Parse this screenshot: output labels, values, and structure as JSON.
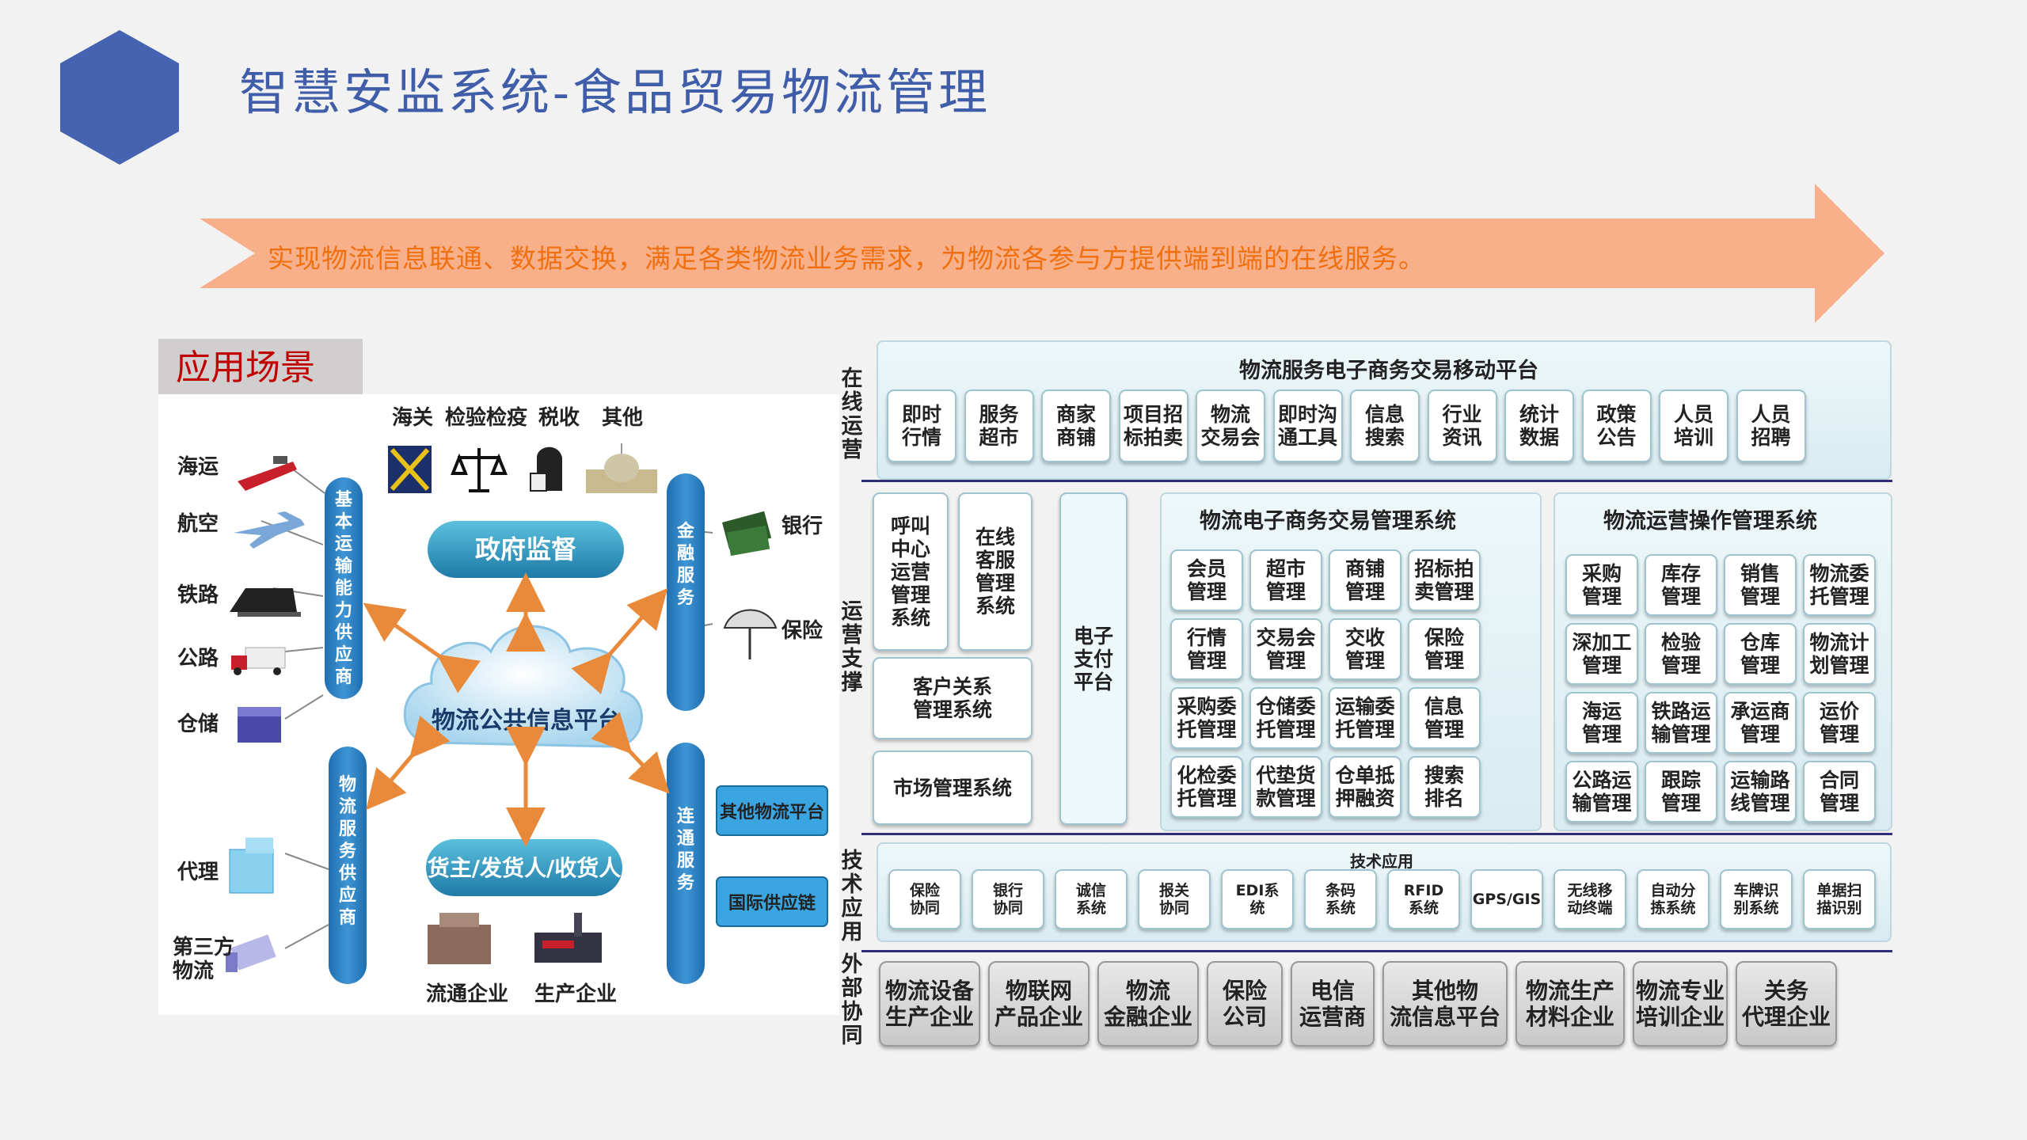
{
  "page": {
    "title": "智慧安监系统-食品贸易物流管理",
    "banner_text": "实现物流信息联通、数据交换，满足各类物流业务需求，为物流各参与方提供端到端的在线服务。",
    "section_label": "应用场景"
  },
  "colors": {
    "title": "#3f5da8",
    "hexagon": "#4563b0",
    "banner_fill": "#f7b08a",
    "banner_text": "#f07010",
    "section_label_text": "#c00000",
    "node_blue": "#2e8fb8",
    "arrow": "#e88a3a"
  },
  "scene": {
    "gov_items": [
      "海关",
      "检验检疫",
      "税收",
      "其他"
    ],
    "transport_items": [
      "海运",
      "航空",
      "铁路",
      "公路",
      "仓储"
    ],
    "service_items": [
      "代理",
      "第三方\n物流"
    ],
    "enterprise_items": [
      "流通企业",
      "生产企业"
    ],
    "finance_items": [
      "银行",
      "保险"
    ],
    "hub": "物流公共信息平台",
    "gov": "政府监督",
    "shipper": "货主/发货人/收货人",
    "pillar_basic": "基本运输能力供应商",
    "pillar_service": "物流服务供应商",
    "pillar_finance": "金融服务",
    "pillar_connect": "连通服务",
    "other_platform": "其他物流平台",
    "intl_supply": "国际供应链"
  },
  "arch": {
    "side_online": "在线运营",
    "side_ops": "运营支撑",
    "side_tech": "技术应用",
    "side_ext": "外部协同",
    "mobile_title": "物流服务电子商务交易移动平台",
    "mobile_items": [
      "即时\n行情",
      "服务\n超市",
      "商家\n商铺",
      "项目招\n标拍卖",
      "物流\n交易会",
      "即时沟\n通工具",
      "信息\n搜索",
      "行业\n资讯",
      "统计\n数据",
      "政策\n公告",
      "人员\n培训",
      "人员\n招聘"
    ],
    "callcenter": "呼叫\n中心\n运营\n管理\n系统",
    "online_cs": "在线\n客服\n管理\n系统",
    "crm": "客户关系\n管理系统",
    "market": "市场管理系统",
    "payment": "电子\n支付\n平台",
    "ecom_title": "物流电子商务交易管理系统",
    "ecom_items": [
      "会员\n管理",
      "超市\n管理",
      "商铺\n管理",
      "招标拍\n卖管理",
      "行情\n管理",
      "交易会\n管理",
      "交收\n管理",
      "保险\n管理",
      "采购委\n托管理",
      "仓储委\n托管理",
      "运输委\n托管理",
      "信息\n管理",
      "化检委\n托管理",
      "代垫货\n款管理",
      "仓单抵\n押融资",
      "搜索\n排名"
    ],
    "ops_title": "物流运营操作管理系统",
    "ops_items": [
      "采购\n管理",
      "库存\n管理",
      "销售\n管理",
      "物流委\n托管理",
      "深加工\n管理",
      "检验\n管理",
      "仓库\n管理",
      "物流计\n划管理",
      "海运\n管理",
      "铁路运\n输管理",
      "承运商\n管理",
      "运价\n管理",
      "公路运\n输管理",
      "跟踪\n管理",
      "运输路\n线管理",
      "合同\n管理"
    ],
    "tech_title": "技术应用",
    "tech_items": [
      "保险\n协同",
      "银行\n协同",
      "诚信\n系统",
      "报关\n协同",
      "EDI系\n统",
      "条码\n系统",
      "RFID\n系统",
      "GPS/GIS",
      "无线移\n动终端",
      "自动分\n拣系统",
      "车牌识\n别系统",
      "单据扫\n描识别"
    ],
    "ext_items": [
      "物流设备\n生产企业",
      "物联网\n产品企业",
      "物流\n金融企业",
      "保险\n公司",
      "电信\n运营商",
      "其他物\n流信息平台",
      "物流生产\n材料企业",
      "物流专业\n培训企业",
      "关务\n代理企业"
    ]
  }
}
